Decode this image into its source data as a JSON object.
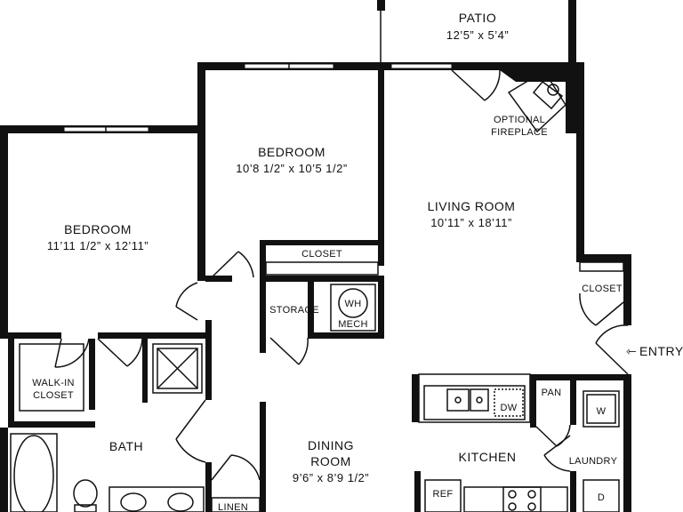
{
  "rooms": {
    "patio": {
      "name": "PATIO",
      "dims": "12’5” x 5’4”"
    },
    "fireplace": {
      "line1": "OPTIONAL",
      "line2": "FIREPLACE"
    },
    "bedroom2": {
      "name": "BEDROOM",
      "dims": "10’8 1/2” x 10’5 1/2”"
    },
    "bedroom1": {
      "name": "BEDROOM",
      "dims": "11’11 1/2” x 12’11”"
    },
    "living": {
      "name": "LIVING ROOM",
      "dims": "10’11” x 18’11”"
    },
    "closet_bed2": "CLOSET",
    "closet_entry": "CLOSET",
    "storage": "STORAGE",
    "wh": "WH",
    "mech": "MECH",
    "entry": "ENTRY",
    "walkin": {
      "line1": "WALK-IN",
      "line2": "CLOSET"
    },
    "bath": "BATH",
    "dining": {
      "line1": "DINING",
      "line2": "ROOM",
      "dims": "9’6” x 8’9 1/2”"
    },
    "kitchen": "KITCHEN",
    "dw": "DW",
    "pan": "PAN",
    "w": "W",
    "laundry": "LAUNDRY",
    "ref": "REF",
    "d": "D",
    "linen": "LINEN"
  }
}
